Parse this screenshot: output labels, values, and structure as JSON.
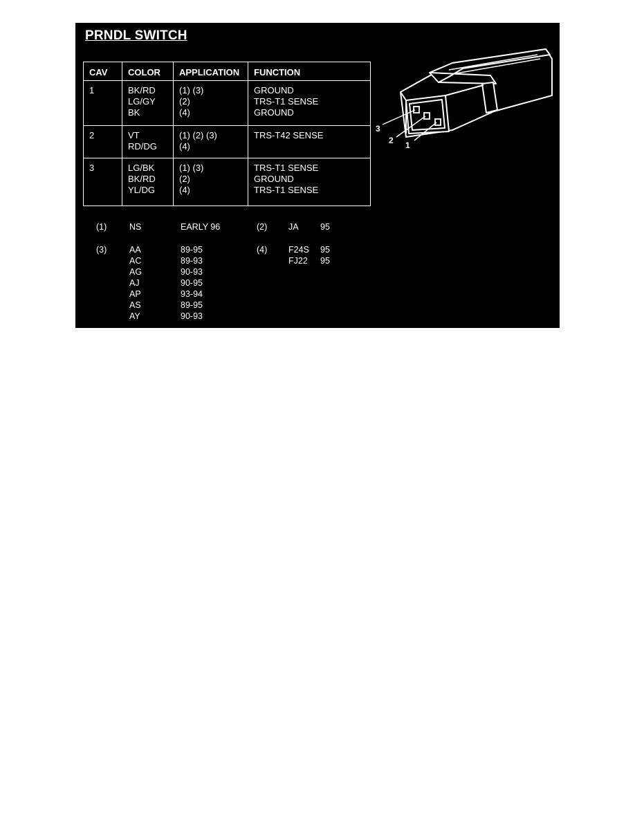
{
  "title": "PRNDL SWITCH",
  "table": {
    "headers": [
      "CAV",
      "COLOR",
      "APPLICATION",
      "FUNCTION"
    ],
    "rows": [
      {
        "cav": "1",
        "colors": [
          "BK/RD",
          "LG/GY",
          "BK"
        ],
        "applications": [
          "(1) (3)",
          "(2)",
          "(4)"
        ],
        "functions": [
          "GROUND",
          "TRS-T1 SENSE",
          "GROUND"
        ]
      },
      {
        "cav": "2",
        "colors": [
          "VT",
          "RD/DG"
        ],
        "applications": [
          "(1) (2) (3)",
          "(4)"
        ],
        "functions": [
          "TRS-T42 SENSE"
        ]
      },
      {
        "cav": "3",
        "colors": [
          "LG/BK",
          "BK/RD",
          "YL/DG"
        ],
        "applications": [
          "(1) (3)",
          "(2)",
          "(4)"
        ],
        "functions": [
          "TRS-T1 SENSE",
          "GROUND",
          "TRS-T1 SENSE"
        ]
      }
    ]
  },
  "notes": {
    "n1": {
      "marker": "(1)",
      "codes": [
        "NS"
      ],
      "years": [
        "EARLY 96"
      ]
    },
    "n2": {
      "marker": "(2)",
      "codes": [
        "JA"
      ],
      "years": [
        "95"
      ]
    },
    "n3": {
      "marker": "(3)",
      "codes": [
        "AA",
        "AC",
        "AG",
        "AJ",
        "AP",
        "AS",
        "AY"
      ],
      "years": [
        "89-95",
        "89-93",
        "90-93",
        "90-95",
        "93-94",
        "89-95",
        "90-93"
      ]
    },
    "n4": {
      "marker": "(4)",
      "codes": [
        "F24S",
        "FJ22"
      ],
      "years": [
        "95",
        "95"
      ]
    }
  },
  "connector": {
    "pin_labels": [
      "3",
      "2",
      "1"
    ]
  }
}
